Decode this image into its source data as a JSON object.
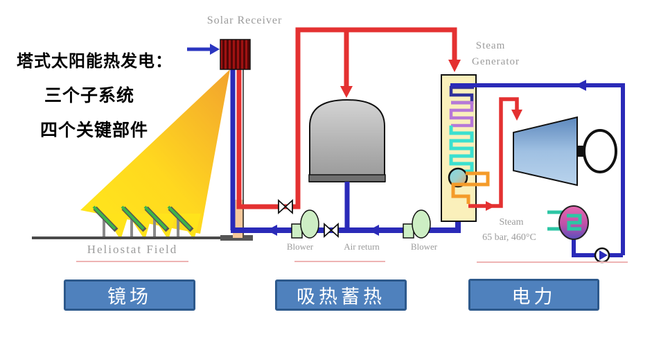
{
  "intro": {
    "line1": "塔式太阳能热发电：",
    "line2": "三个子系统",
    "line3": "四个关键部件"
  },
  "diagram_labels": {
    "solar_receiver": "Solar Receiver",
    "steam_generator_l1": "Steam",
    "steam_generator_l2": "Generator",
    "heliostat_field": "Heliostat Field",
    "blower_left": "Blower",
    "air_return": "Air return",
    "blower_right": "Blower",
    "steam_l1": "Steam",
    "steam_l2": "65 bar, 460°C"
  },
  "buttons": [
    {
      "id": "mirror-field",
      "label": "镜场"
    },
    {
      "id": "heat-absorb-storage",
      "label": "吸热蓄热"
    },
    {
      "id": "electric-power",
      "label": "电力"
    }
  ],
  "icons": {
    "sun_beam": "yellow-beam",
    "hot_pipe_arrows": "red-arrow",
    "cold_pipe_arrows": "blue-arrow",
    "valves": "valve-bowtie",
    "pumps": "blower-pump, circulation-pump"
  },
  "colors": {
    "hot_pipe": "#e43131",
    "cold_pipe": "#2a2ab8",
    "beam_gradient": [
      "#f2a22e",
      "#ffe81c"
    ],
    "receiver_red": "#8f1010",
    "button_fill": "#4f81bd",
    "button_border": "#2d598c",
    "label_gray": "#9b9b9b",
    "underline_pink": "#eeb3b3",
    "generator_box": "#faf0bb",
    "coil_navy": "#31319b",
    "coil_purple": "#b678d8",
    "coil_cyan": "#3be0cf",
    "coil_orange": "#f49b2a",
    "turbine_blue": "#7da6d6",
    "condenser_pink": "#d8559f",
    "mirror_green": "#3db54a"
  }
}
